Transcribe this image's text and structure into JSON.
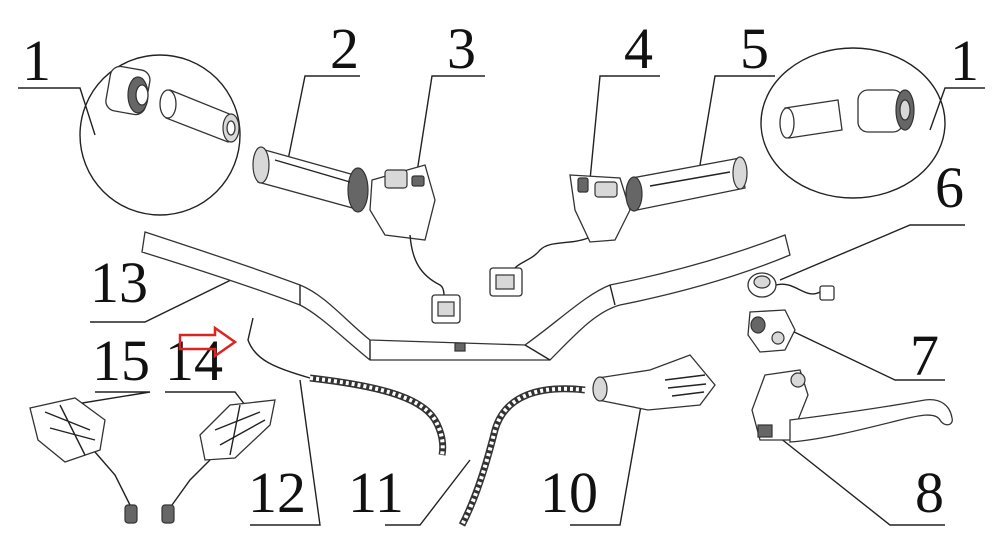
{
  "callouts": [
    "1",
    "2",
    "3",
    "4",
    "5",
    "1",
    "6",
    "7",
    "8",
    "10",
    "11",
    "12",
    "13",
    "14",
    "15"
  ]
}
